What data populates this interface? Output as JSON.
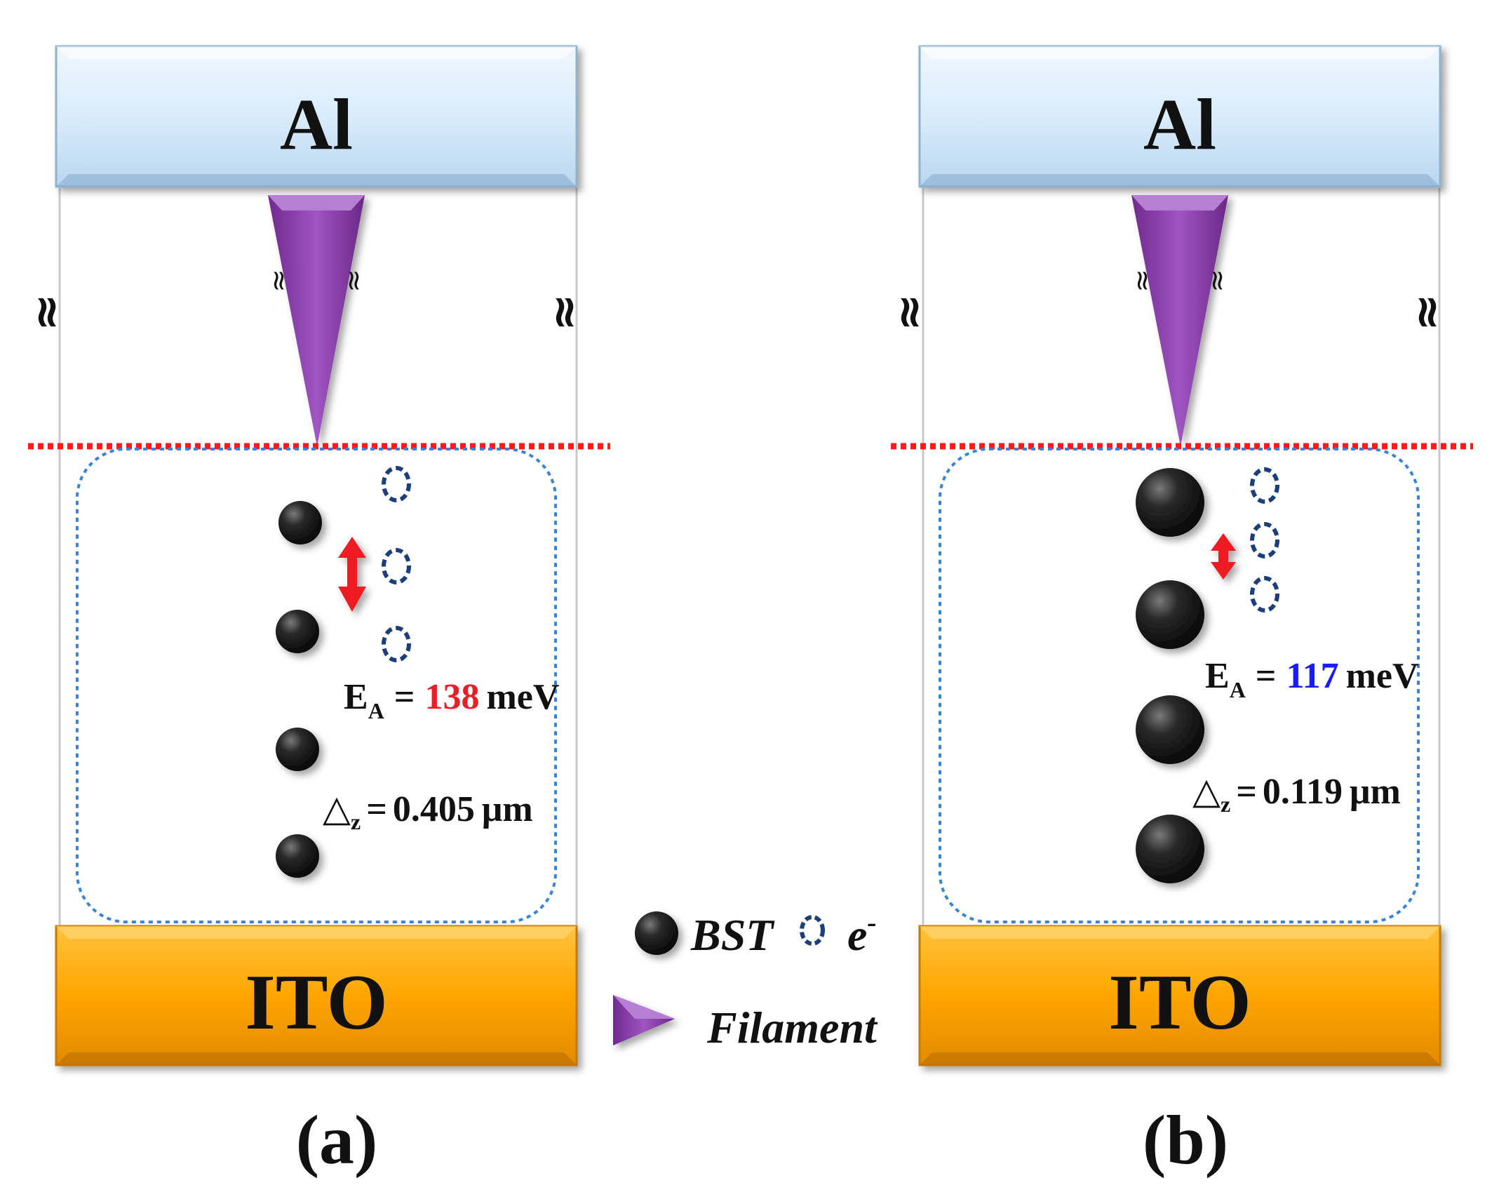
{
  "panels": [
    {
      "top_electrode": "Al",
      "bottom_electrode": "ITO",
      "activation_energy": {
        "symbol": "E",
        "subscript": "A",
        "equals": "=",
        "value": "138",
        "unit": "meV",
        "value_color": "#ee1c24"
      },
      "delta_z": {
        "symbol": "△",
        "subscript": "z",
        "equals": "=",
        "value": "0.405",
        "unit": "μm"
      },
      "caption": "(a)",
      "bst_particle_count": 4,
      "electron_count": 3
    },
    {
      "top_electrode": "Al",
      "bottom_electrode": "ITO",
      "activation_energy": {
        "symbol": "E",
        "subscript": "A",
        "equals": "=",
        "value": "117",
        "unit": "meV",
        "value_color": "#1a1aff"
      },
      "delta_z": {
        "symbol": "△",
        "subscript": "z",
        "equals": "=",
        "value": "0.119",
        "unit": "μm"
      },
      "caption": "(b)",
      "bst_particle_count": 4,
      "electron_count": 3
    }
  ],
  "legend": {
    "bst_label": "BST",
    "electron_label": "e",
    "electron_superscript": "-",
    "filament_label": "Filament"
  },
  "colors": {
    "al_fill": "#d9ecfb",
    "ito_fill": "#ffa500",
    "filament": "#8a3ea8",
    "reference_line": "#ff1a1a",
    "region_border": "#3a84d6",
    "electron": "#1c3f7a",
    "arrow": "#ee1c24"
  }
}
